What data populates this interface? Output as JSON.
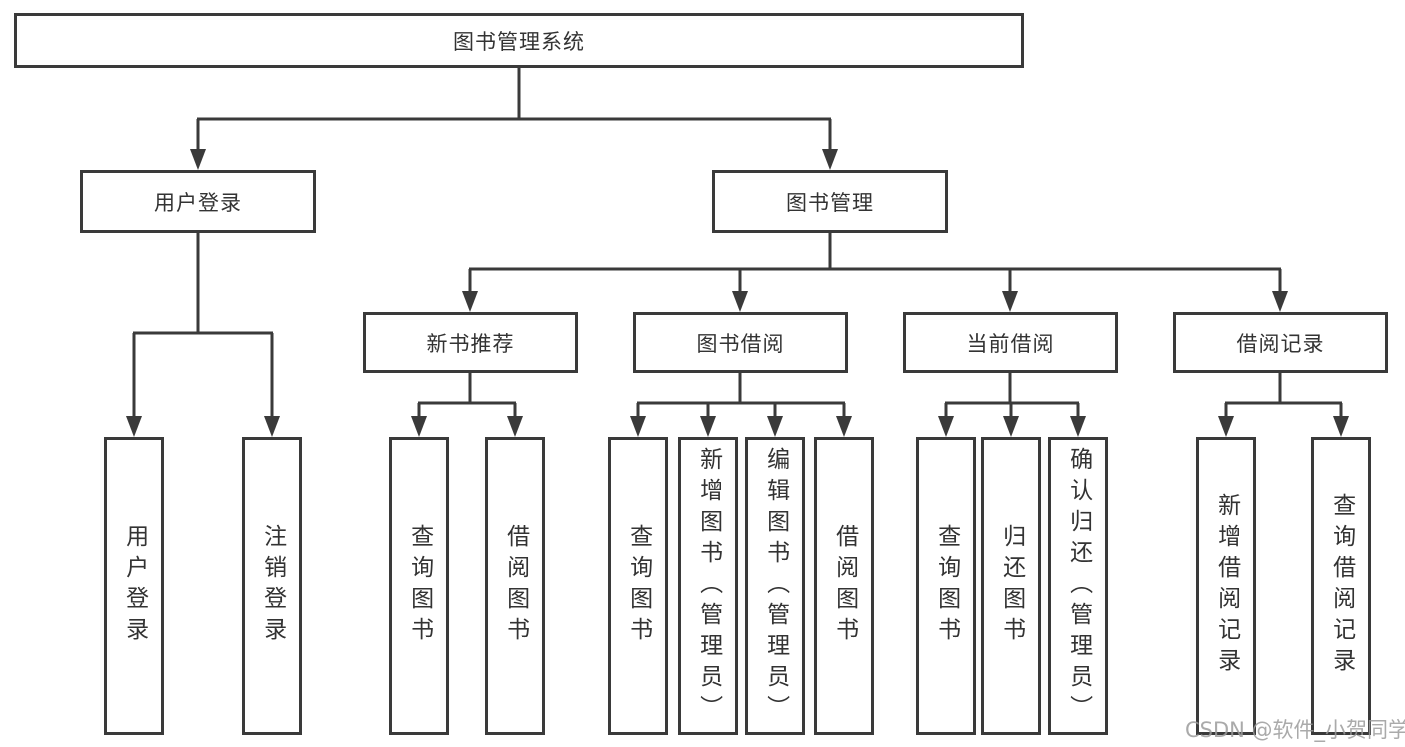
{
  "tree": {
    "label": "图书管理系统",
    "children": [
      {
        "label": "用户登录",
        "children": [
          {
            "label": "用户登录"
          },
          {
            "label": "注销登录"
          }
        ]
      },
      {
        "label": "图书管理",
        "children": [
          {
            "label": "新书推荐",
            "children": [
              {
                "label": "查询图书"
              },
              {
                "label": "借阅图书"
              }
            ]
          },
          {
            "label": "图书借阅",
            "children": [
              {
                "label": "查询图书"
              },
              {
                "label": "新增图书（管理员）"
              },
              {
                "label": "编辑图书（管理员）"
              },
              {
                "label": "借阅图书"
              }
            ]
          },
          {
            "label": "当前借阅",
            "children": [
              {
                "label": "查询图书"
              },
              {
                "label": "归还图书"
              },
              {
                "label": "确认归还（管理员）"
              }
            ]
          },
          {
            "label": "借阅记录",
            "children": [
              {
                "label": "新增借阅记录"
              },
              {
                "label": "查询借阅记录"
              }
            ]
          }
        ]
      }
    ]
  },
  "watermark": {
    "text": "CSDN @软件_小贺同学"
  },
  "colors": {
    "line": "#3a3a3a",
    "text": "#333333",
    "background": "#ffffff",
    "watermark": "#9b9b9b"
  }
}
